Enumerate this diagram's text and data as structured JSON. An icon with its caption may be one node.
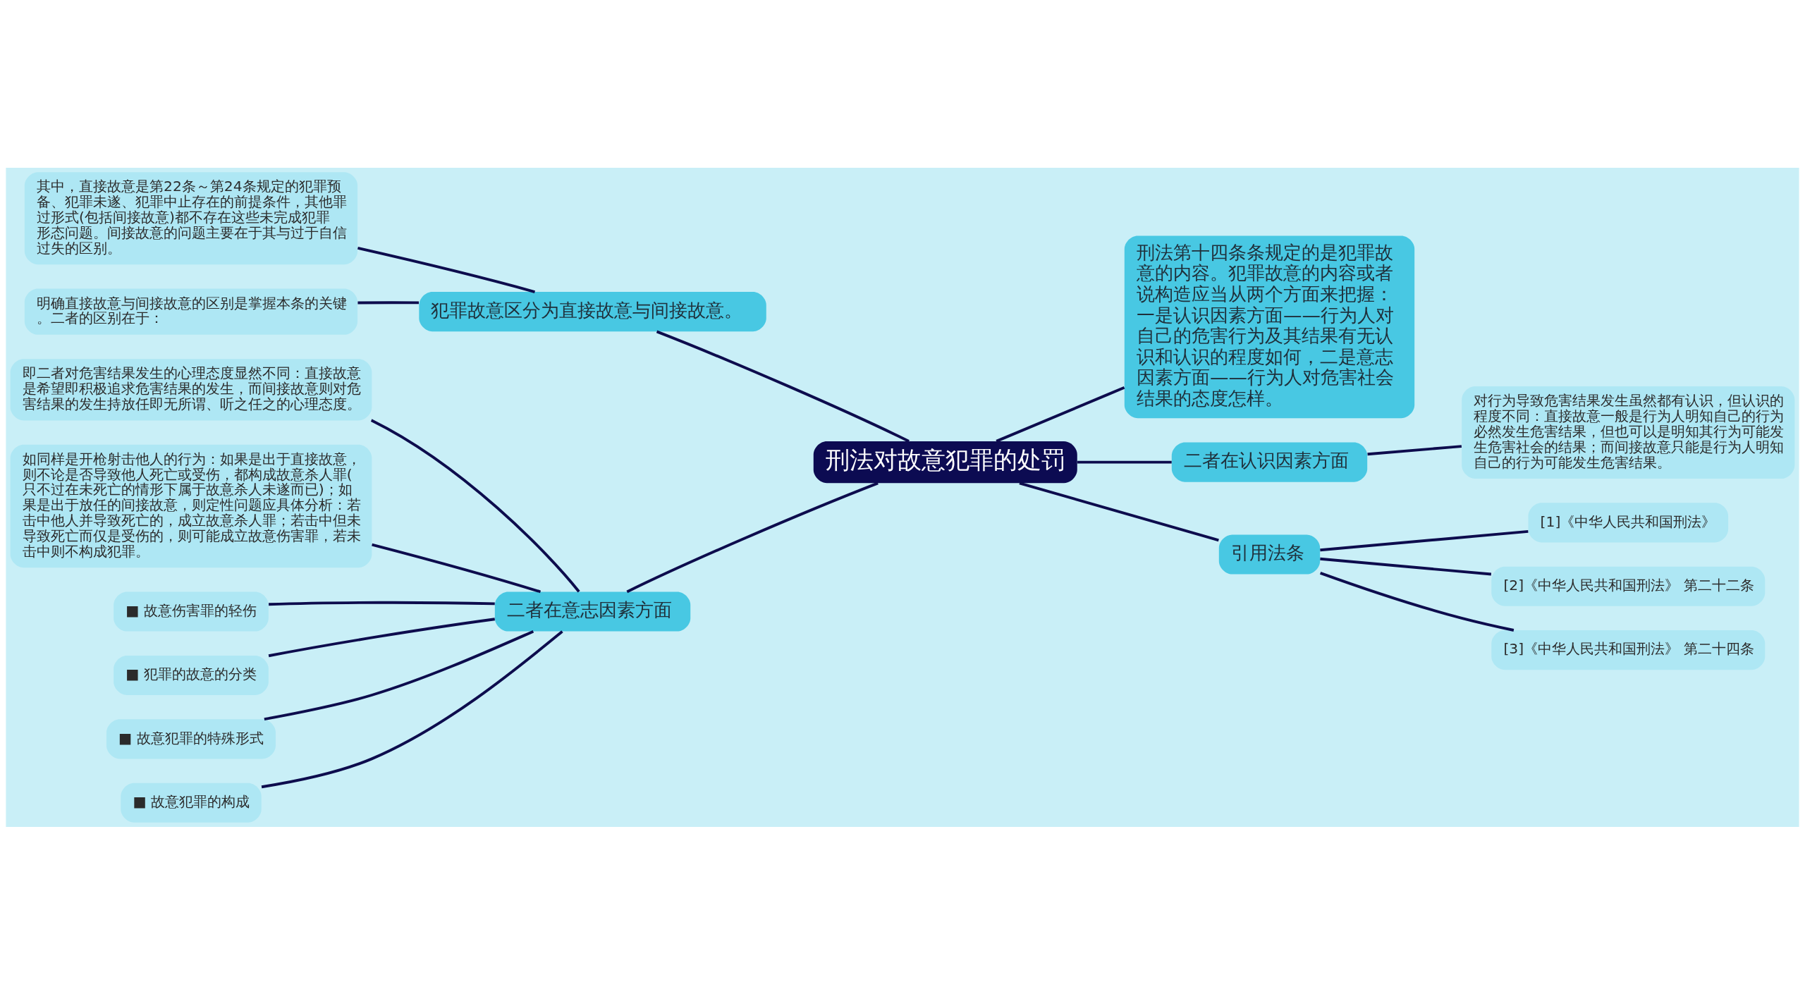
{
  "diagram": {
    "nodes": [
      {
        "text": [
          "刑法对故意犯罪的处罚"
        ]
      },
      {
        "text": [
          "犯罪故意区分为直接故意与间接故意。"
        ]
      },
      {
        "text": [
          "其中，直接故意是第22条～第24条规定的犯罪预备、犯罪未遂、犯罪中止存在的前提条件，其他罪过形式(包括间接故意)都不存在这些未完成犯罪形态问题。间接故意的问题主要在于其与过于自信过失的区别。"
        ]
      },
      {
        "text": [
          "明确直接故意与间接故意的区别是掌握本条的关键。二者的区别在于："
        ]
      },
      {
        "text": [
          "二者在意志因素方面"
        ]
      },
      {
        "text": [
          "即二者对危害结果发生的心理态度显然不同：直接故意是希望即积极追求危害结果的发生，而间接故意则对危害结果的发生持放任即无所谓、听之任之的心理态度。"
        ]
      },
      {
        "text": [
          "如同样是开枪射击他人的行为：如果是出于直接故意，则不论是否导致他人死亡或受伤，都构成故意杀人罪(只不过在未死亡的情形下属于故意杀人未遂而已)；如果是出于放任的间接故意，则定性问题应具体分析：若击中他人并导致死亡的，成立故意杀人罪；若击中但未导致死亡而仅是受伤的，则可能成立故意伤害罪，若未击中则不构成犯罪。"
        ]
      },
      {
        "text": [
          "■ 故意伤害罪的轻伤"
        ]
      },
      {
        "text": [
          "■ 犯罪的故意的分类"
        ]
      },
      {
        "text": [
          "■ 故意犯罪的特殊形式"
        ]
      },
      {
        "text": [
          "■ 故意犯罪的构成"
        ]
      },
      {
        "text": [
          "刑法第十四条条规定的是犯罪故意的内容。犯罪故意的内容或者说构造应当从两个方面来把握：一是认识因素方面——行为人对自己的危害行为及其结果有无认识和认识的程度如何，二是意志因素方面——行为人对危害社会结果的态度怎样。"
        ]
      },
      {
        "text": [
          "二者在认识因素方面"
        ]
      },
      {
        "text": [
          "对行为导致危害结果发生虽然都有认识，但认识的程度不同：直接故意一般是行为人明知自己的行为必然发生危害结果，但也可以是明知其行为可能发生危害社会的结果；而间接故意只能是行为人明知自己的行为可能发生危害结果。"
        ]
      },
      {
        "text": [
          "引用法条"
        ]
      },
      {
        "text": [
          "[1]《中华人民共和国刑法》"
        ]
      },
      {
        "text": [
          "[2]《中华人民共和国刑法》 第二十二条"
        ]
      },
      {
        "text": [
          "[3]《中华人民共和国刑法》 第二十四条"
        ]
      }
    ],
    "edges": [
      {
        "from": 0,
        "to": 1,
        "arrow": "none"
      },
      {
        "from": 1,
        "to": 2,
        "arrow": "none"
      },
      {
        "from": 1,
        "to": 3,
        "arrow": "none"
      },
      {
        "from": 0,
        "to": 4,
        "arrow": "none"
      },
      {
        "from": 4,
        "to": 5,
        "arrow": "none"
      },
      {
        "from": 4,
        "to": 6,
        "arrow": "none"
      },
      {
        "from": 4,
        "to": 7,
        "arrow": "none"
      },
      {
        "from": 4,
        "to": 8,
        "arrow": "none"
      },
      {
        "from": 4,
        "to": 9,
        "arrow": "none"
      },
      {
        "from": 4,
        "to": 10,
        "arrow": "none"
      },
      {
        "from": 0,
        "to": 11,
        "arrow": "none"
      },
      {
        "from": 0,
        "to": 12,
        "arrow": "none"
      },
      {
        "from": 12,
        "to": 13,
        "arrow": "none"
      },
      {
        "from": 0,
        "to": 14,
        "arrow": "none"
      },
      {
        "from": 14,
        "to": 15,
        "arrow": "none"
      },
      {
        "from": 14,
        "to": 16,
        "arrow": "none"
      },
      {
        "from": 14,
        "to": 17,
        "arrow": "none"
      }
    ]
  }
}
